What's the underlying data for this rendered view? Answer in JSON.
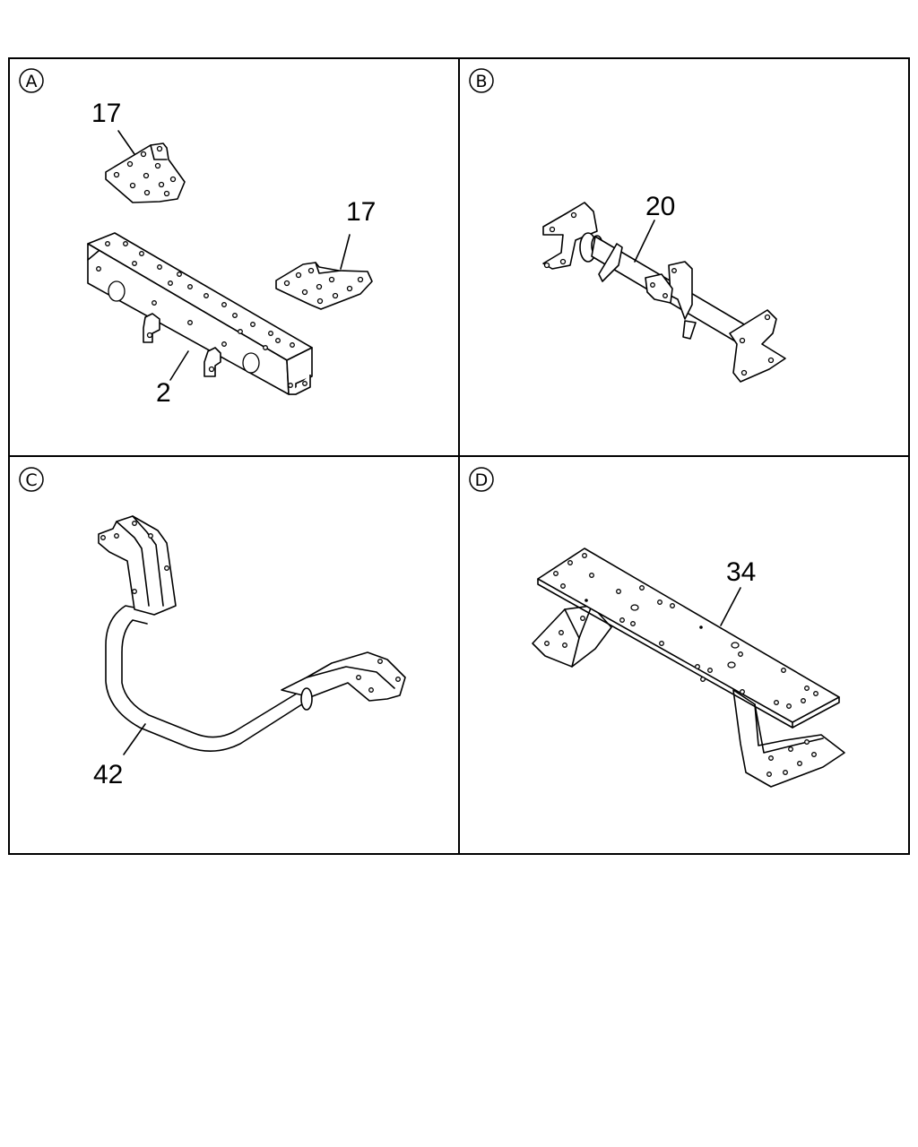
{
  "panels": [
    {
      "letter": "A",
      "callouts": [
        "17",
        "17",
        "2"
      ]
    },
    {
      "letter": "B",
      "callouts": [
        "20"
      ]
    },
    {
      "letter": "C",
      "callouts": [
        "42"
      ]
    },
    {
      "letter": "D",
      "callouts": [
        "34"
      ]
    }
  ]
}
